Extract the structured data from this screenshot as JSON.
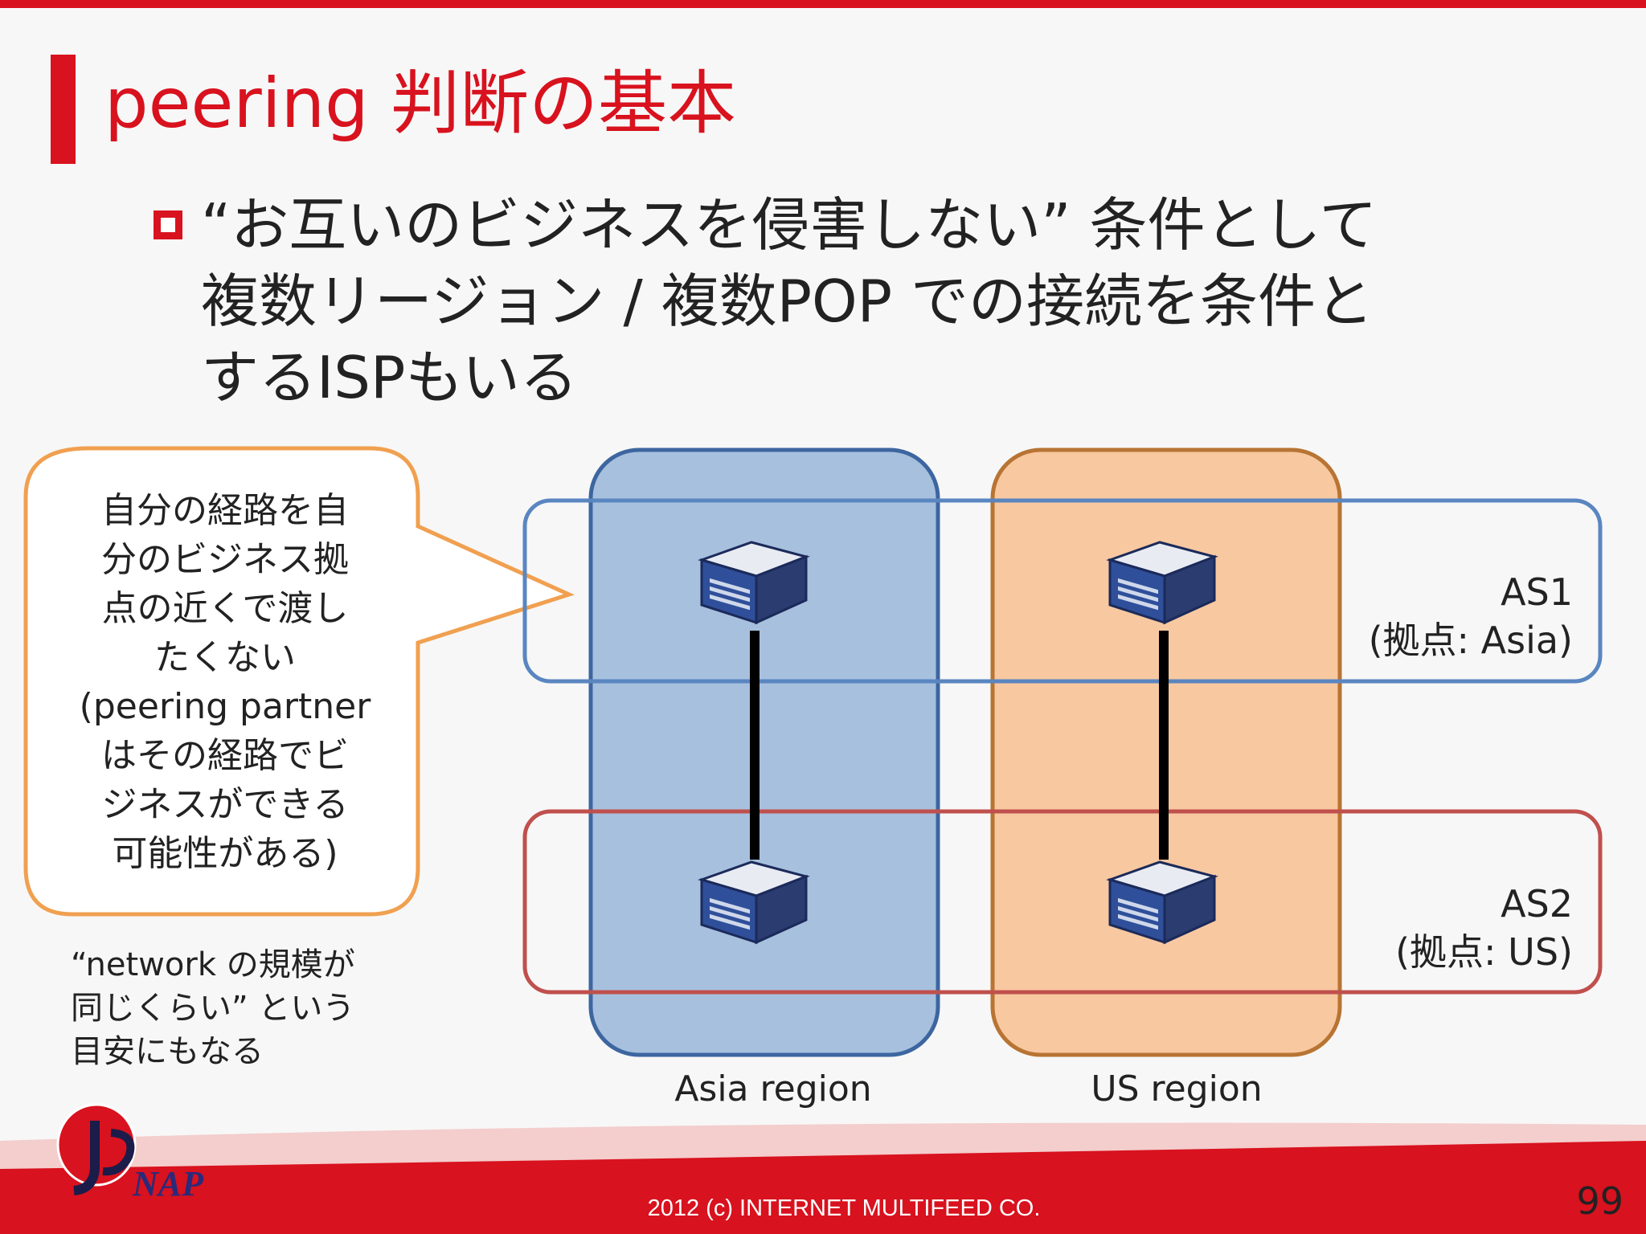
{
  "slide": {
    "title": "peering 判断の基本",
    "bullet": {
      "line1": "“お互いのビジネスを侵害しない” 条件として",
      "line2": "複数リージョン / 複数POP での接続を条件と",
      "line3": "するISPもいる"
    },
    "callout": {
      "line1": "自分の経路を自",
      "line2": "分のビジネス拠",
      "line3": "点の近くで渡し",
      "line4": "たくない",
      "line5": "(peering partner",
      "line6": "はその経路でビ",
      "line7": "ジネスができる",
      "line8": "可能性がある)"
    },
    "note": {
      "line1": "“network の規模が",
      "line2": "同じくらい” という",
      "line3": "目安にもなる"
    }
  },
  "diagram": {
    "as1": {
      "name": "AS1",
      "base": "(拠点: Asia)"
    },
    "as2": {
      "name": "AS2",
      "base": "(拠点: US)"
    },
    "regions": {
      "asia": "Asia region",
      "us": "US region"
    },
    "colors": {
      "asia_fill": "#a7c0de",
      "asia_stroke": "#3d66a0",
      "us_fill": "#f8c8a0",
      "us_stroke": "#b87433",
      "as1_stroke": "#5a86c0",
      "as2_stroke": "#c0504d",
      "callout_stroke": "#f0a050"
    }
  },
  "footer": {
    "copyright": "2012 (c) INTERNET MULTIFEED CO.",
    "page_number": "99",
    "logo_text": "NAP"
  }
}
